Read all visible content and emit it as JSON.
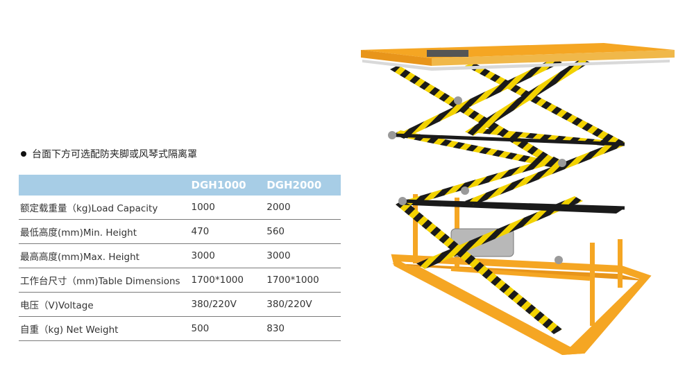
{
  "note": "台面下方可选配防夹脚或风琴式隔离罩",
  "table": {
    "header": [
      "",
      "DGH1000",
      "DGH2000"
    ],
    "rows": [
      {
        "label": "额定载重量（kg)Load Capacity",
        "v1": "1000",
        "v2": "2000"
      },
      {
        "label": "最低高度(mm)Min. Height",
        "v1": "470",
        "v2": "560"
      },
      {
        "label": "最高高度(mm)Max. Height",
        "v1": "3000",
        "v2": "3000"
      },
      {
        "label": "工作台尺寸（mm)Table Dimensions",
        "v1": "1700*1000",
        "v2": "1700*1000"
      },
      {
        "label": "电压（V)Voltage",
        "v1": "380/220V",
        "v2": "380/220V"
      },
      {
        "label": "自重（kg) Net Weight",
        "v1": "500",
        "v2": "830"
      }
    ]
  },
  "colors": {
    "header_bg": "#a7cde6",
    "frame": "#f5a623",
    "scissor": "#1a1a1a",
    "stripe": "#f2d200"
  }
}
